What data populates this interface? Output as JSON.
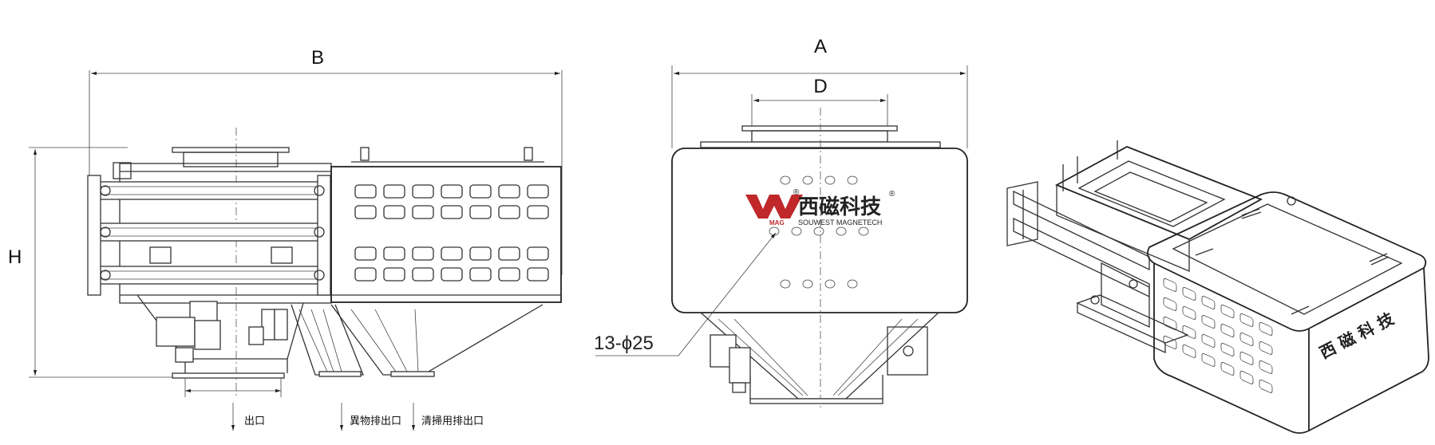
{
  "dimensions": {
    "B": "B",
    "H": "H",
    "A": "A",
    "D": "D"
  },
  "outlet_labels": {
    "outlet": "出口",
    "foreign_outlet": "異物排出口",
    "cleaning_outlet": "清掃用排出口"
  },
  "hole_callout": "13-ϕ25",
  "brand": {
    "logo_mark": "W",
    "logo_sub": "MAG",
    "name_cn": "西磁科技",
    "name_en": "SOUWEST MAGNETECH",
    "registered": "®"
  },
  "iso_view_text": "西 磁 科 技",
  "colors": {
    "line": "#333333",
    "brand_red": "#c0282a",
    "background": "#ffffff"
  }
}
